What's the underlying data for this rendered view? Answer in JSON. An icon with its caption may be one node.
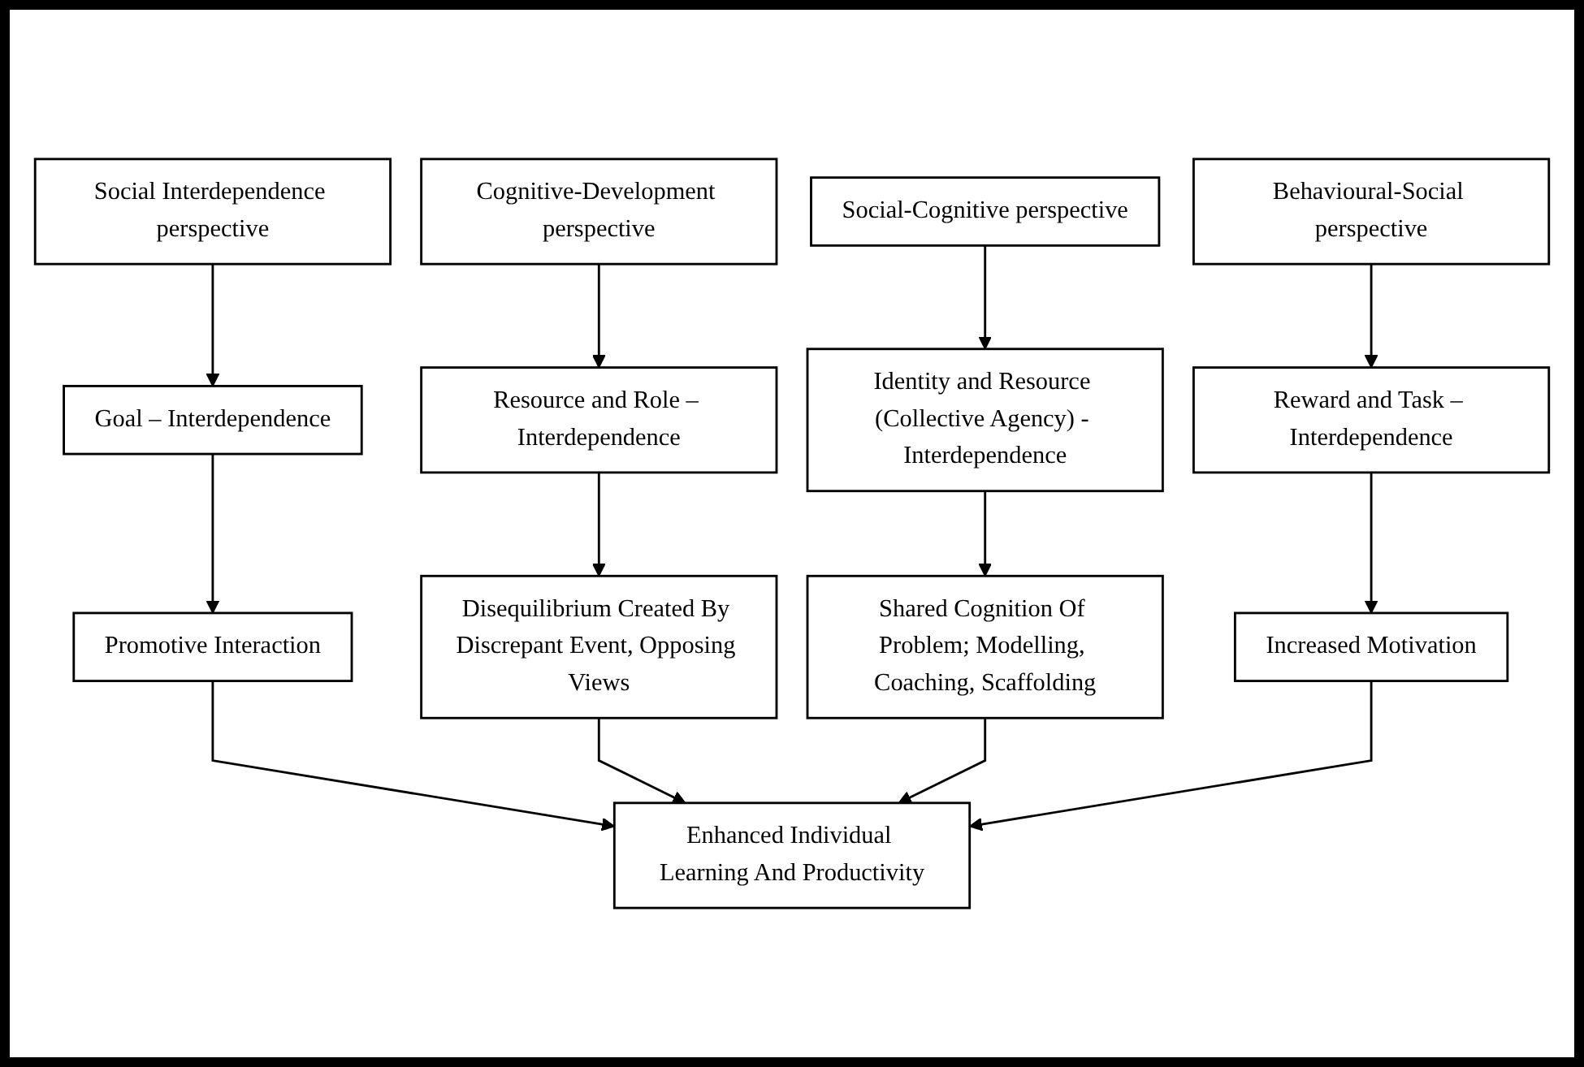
{
  "diagram": {
    "nodes": [
      {
        "text": [
          "Social Interdependence perspective"
        ]
      },
      {
        "text": [
          "Cognitive-Development perspective"
        ]
      },
      {
        "text": [
          "Social-Cognitive perspective"
        ]
      },
      {
        "text": [
          "Behavioural-Social perspective"
        ]
      },
      {
        "text": [
          "Goal – Interdependence"
        ]
      },
      {
        "text": [
          "Resource and Role – Interdependence"
        ]
      },
      {
        "text": [
          "Identity and Resource (Collective Agency) - Interdependence"
        ]
      },
      {
        "text": [
          "Reward and Task – Interdependence"
        ]
      },
      {
        "text": [
          "Promotive Interaction"
        ]
      },
      {
        "text": [
          "Disequilibrium Created By Discrepant Event, Opposing Views"
        ]
      },
      {
        "text": [
          "Shared Cognition Of Problem; Modelling, Coaching, Scaffolding"
        ]
      },
      {
        "text": [
          "Increased Motivation"
        ]
      },
      {
        "text": [
          "Enhanced Individual Learning And Productivity"
        ]
      }
    ],
    "edges": [
      {
        "from": 0,
        "to": 4,
        "arrow": "to"
      },
      {
        "from": 1,
        "to": 5,
        "arrow": "to"
      },
      {
        "from": 2,
        "to": 6,
        "arrow": "to"
      },
      {
        "from": 3,
        "to": 7,
        "arrow": "to"
      },
      {
        "from": 4,
        "to": 8,
        "arrow": "to"
      },
      {
        "from": 5,
        "to": 9,
        "arrow": "to"
      },
      {
        "from": 6,
        "to": 10,
        "arrow": "to"
      },
      {
        "from": 7,
        "to": 11,
        "arrow": "to"
      },
      {
        "from": 8,
        "to": 12,
        "arrow": "to"
      },
      {
        "from": 9,
        "to": 12,
        "arrow": "to"
      },
      {
        "from": 10,
        "to": 12,
        "arrow": "to"
      },
      {
        "from": 11,
        "to": 12,
        "arrow": "to"
      }
    ]
  }
}
